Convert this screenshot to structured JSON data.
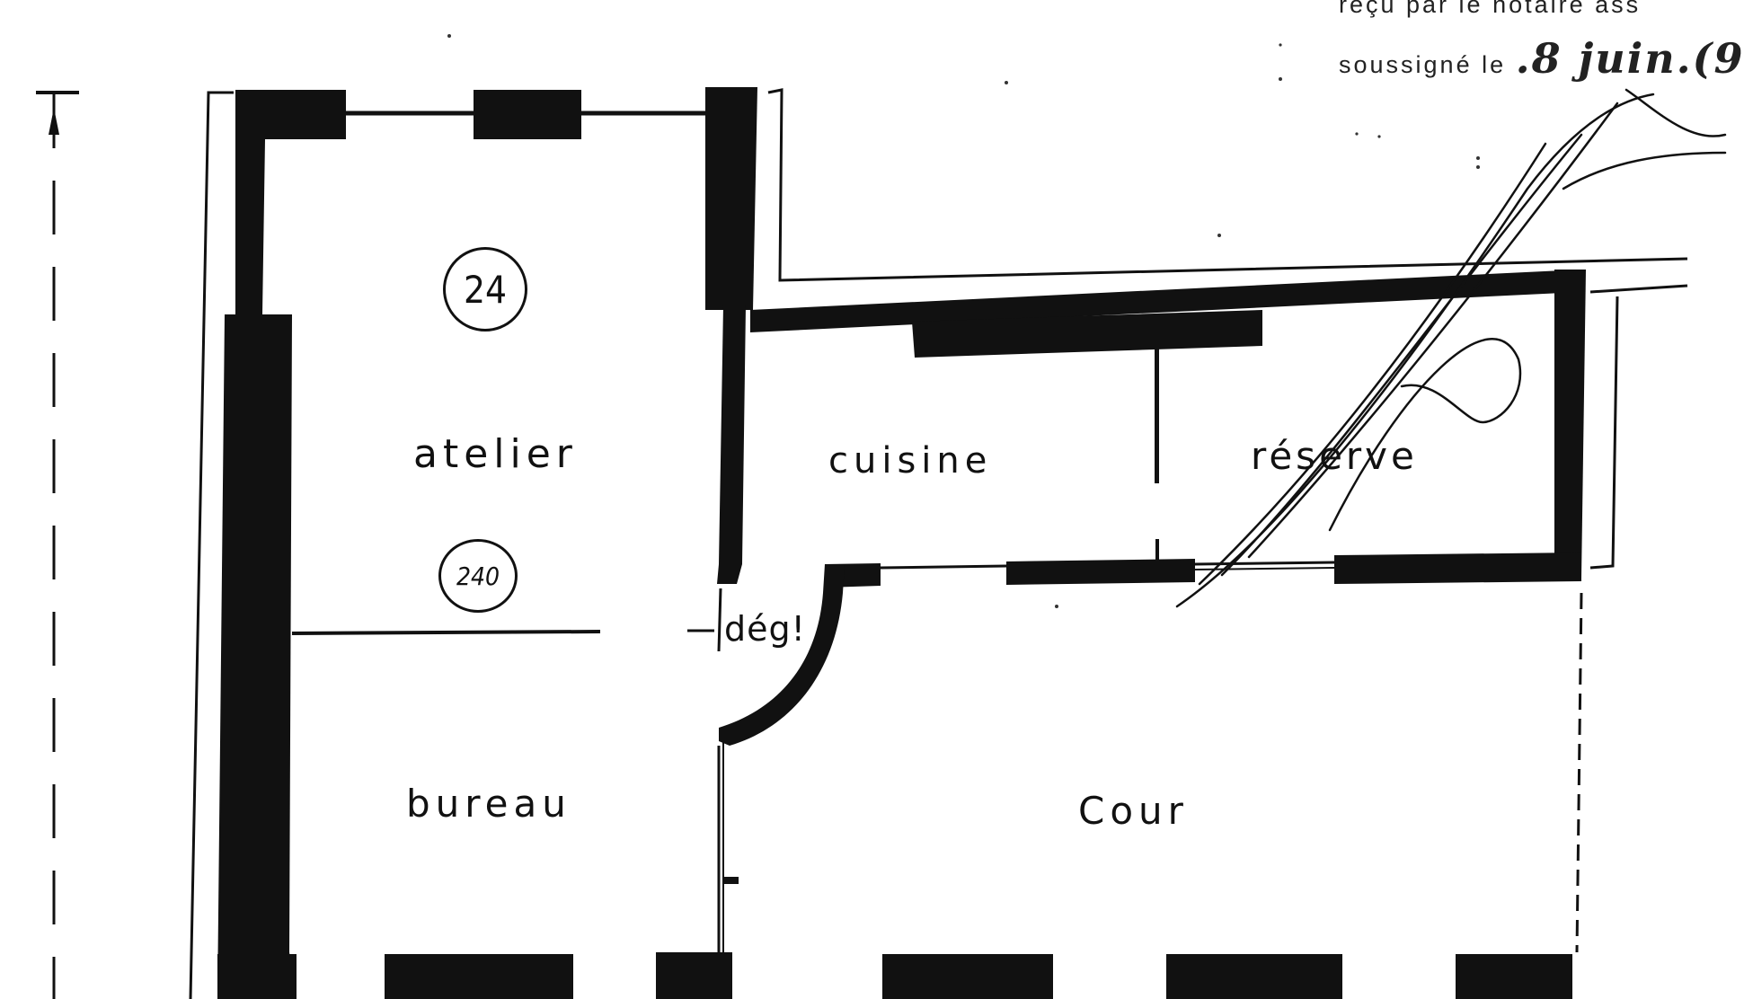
{
  "plan": {
    "rooms": {
      "atelier": "atelier",
      "cuisine": "cuisine",
      "reserve": "réserve",
      "degagement": "dég!",
      "bureau": "bureau",
      "cour": "Cour"
    },
    "markers": {
      "lot_number": "24",
      "surface_number": "240"
    }
  },
  "notary_note": {
    "line1": "reçu par le notaire ass",
    "line2_prefix": "soussigné le",
    "line2_handwritten": ".8 juin.(9"
  },
  "colors": {
    "ink": "#111111",
    "paper": "#ffffff"
  }
}
